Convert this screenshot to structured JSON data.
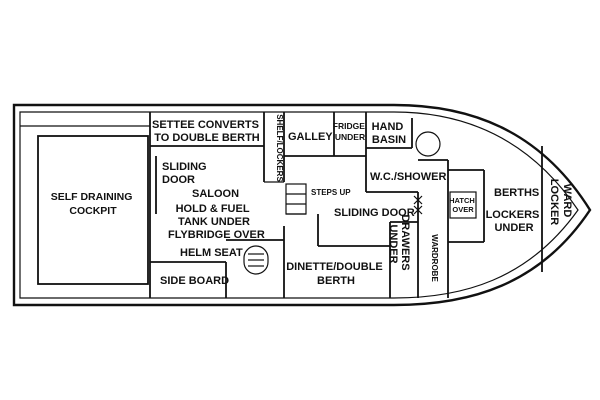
{
  "labels": {
    "settee": [
      "SETTEE CONVERTS",
      "TO DOUBLE BERTH"
    ],
    "shelf_lockers": "SHELF/LOCKERS",
    "galley": "GALLEY",
    "fridge_under": [
      "FRIDGE",
      "UNDER"
    ],
    "hand_basin": [
      "HAND",
      "BASIN"
    ],
    "wc_shower": "W.C./SHOWER",
    "sliding_door_saloon": [
      "SLIDING",
      "DOOR"
    ],
    "saloon": "SALOON",
    "hold_fuel": [
      "HOLD & FUEL",
      "TANK UNDER"
    ],
    "flybridge_over": "FLYBRIDGE OVER",
    "steps_up": "STEPS UP",
    "sliding_door_wc": "SLIDING DOOR",
    "hatch_over": [
      "HATCH",
      "OVER"
    ],
    "berths": "BERTHS",
    "lockers_under": [
      "LOCKERS",
      "UNDER"
    ],
    "ward_locker": [
      "WARD",
      "LOCKER"
    ],
    "self_draining_cockpit": [
      "SELF DRAINING",
      "COCKPIT"
    ],
    "helm_seat": "HELM SEAT",
    "side_board": "SIDE BOARD",
    "dinette": [
      "DINETTE/DOUBLE",
      "BERTH"
    ],
    "drawers_under": [
      "DRAWERS",
      "UNDER"
    ],
    "wardrobe": "WARDROBE"
  }
}
